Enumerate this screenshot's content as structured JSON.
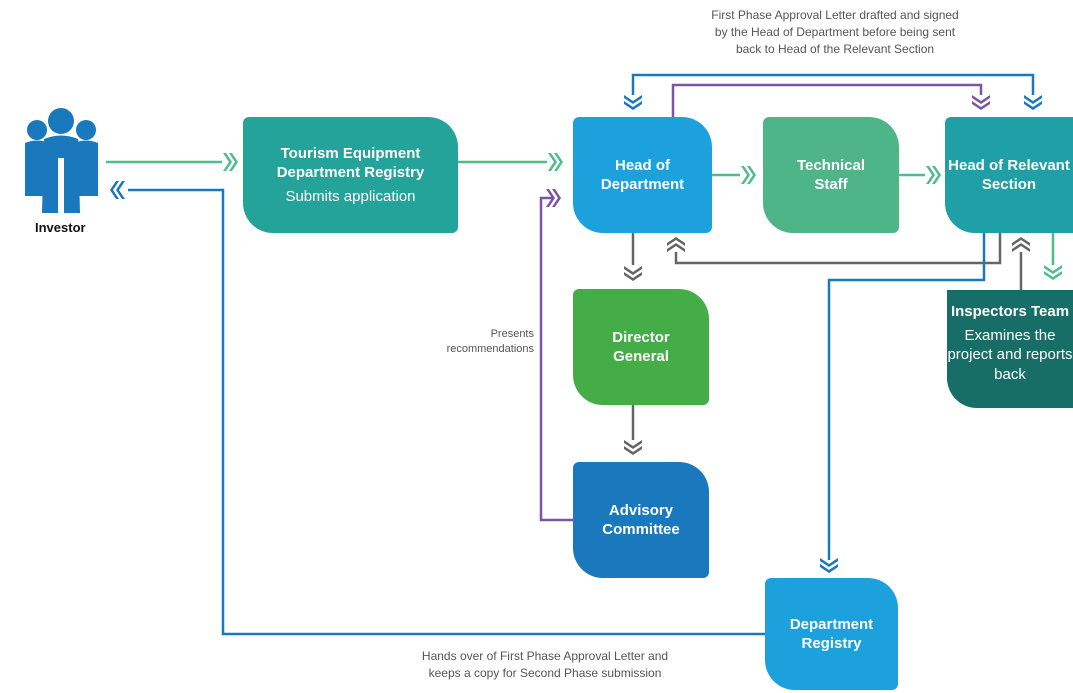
{
  "investor": {
    "label": "Investor"
  },
  "boxes": {
    "registry": {
      "title_l1": "Tourism Equipment",
      "title_l2": "Department Registry",
      "sub": "Submits application"
    },
    "head_department": {
      "title_l1": "Head of",
      "title_l2": "Department"
    },
    "technical_staff": {
      "title_l1": "Technical",
      "title_l2": "Staff"
    },
    "head_section": {
      "title_l1": "Head of Relevant",
      "title_l2": "Section"
    },
    "inspectors": {
      "title": "Inspectors Team",
      "sub_l1": "Examines the",
      "sub_l2": "project and reports",
      "sub_l3": "back"
    },
    "director_general": {
      "title_l1": "Director",
      "title_l2": "General"
    },
    "advisory": {
      "title_l1": "Advisory",
      "title_l2": "Committee"
    },
    "dept_registry": {
      "title_l1": "Department",
      "title_l2": "Registry"
    }
  },
  "notes": {
    "top": {
      "l1": "First Phase Approval Letter drafted and signed",
      "l2": "by the Head of Department before being sent",
      "l3": "back to Head of the Relevant Section"
    },
    "presents": {
      "l1": "Presents",
      "l2": "recommendations"
    },
    "bottom": {
      "l1": "Hands over of First Phase Approval Letter and",
      "l2": "keeps a copy for Second Phase submission"
    }
  },
  "colors": {
    "registry": "#24a39a",
    "head_department": "#1da1dc",
    "technical_staff": "#4db587",
    "head_section": "#1f9fa6",
    "inspectors": "#176e66",
    "director_general": "#44ad48",
    "advisory": "#1a78bd",
    "dept_registry": "#1da1dc",
    "investor": "#1a78bd",
    "arrow_green": "#4dbd8a",
    "arrow_blue": "#1a78bd",
    "arrow_purple": "#7a55a5",
    "arrow_gray": "#666666"
  }
}
